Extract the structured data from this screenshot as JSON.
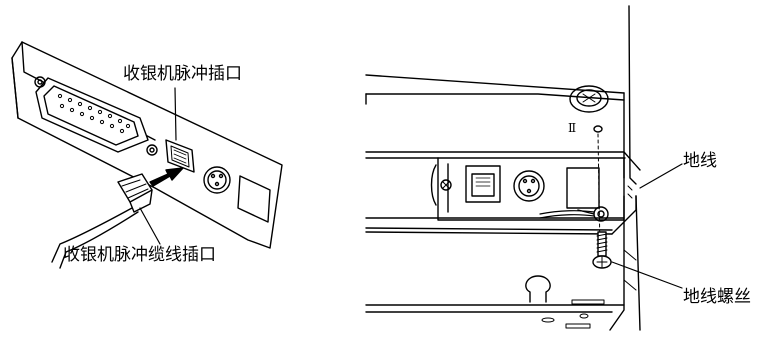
{
  "labels": {
    "drawer_port": "收银机脉冲插口",
    "drawer_cable_connector": "收银机脉冲缆线插口",
    "ground_wire": "地线",
    "ground_screw": "地线螺丝",
    "roman_mark": "Ⅱ"
  },
  "icons": [
    "db25-connector",
    "rj11-port",
    "power-port",
    "arrow",
    "screw",
    "ring-terminal",
    "cable-plug"
  ]
}
